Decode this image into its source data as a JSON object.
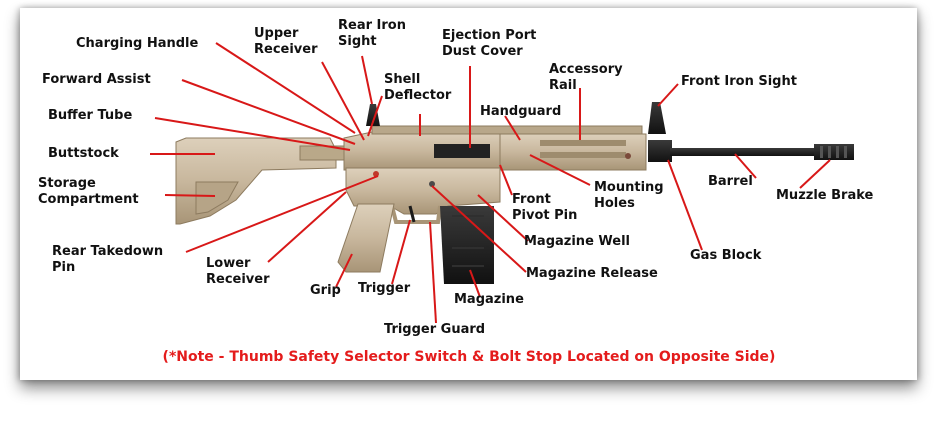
{
  "labels": {
    "charging_handle": "Charging Handle",
    "upper_receiver": "Upper\nReceiver",
    "rear_iron_sight": "Rear Iron\nSight",
    "ejection_port": "Ejection Port\nDust Cover",
    "accessory_rail": "Accessory\nRail",
    "front_iron_sight": "Front Iron Sight",
    "forward_assist": "Forward Assist",
    "shell_deflector": "Shell\nDeflector",
    "handguard": "Handguard",
    "buffer_tube": "Buffer Tube",
    "buttstock": "Buttstock",
    "storage_compartment": "Storage\nCompartment",
    "barrel": "Barrel",
    "muzzle_brake": "Muzzle Brake",
    "mounting_holes": "Mounting\nHoles",
    "front_pivot_pin": "Front\nPivot Pin",
    "magazine_well": "Magazine Well",
    "gas_block": "Gas Block",
    "rear_takedown_pin": "Rear Takedown\nPin",
    "lower_receiver": "Lower\nReceiver",
    "grip": "Grip",
    "trigger": "Trigger",
    "magazine_release": "Magazine Release",
    "magazine": "Magazine",
    "trigger_guard": "Trigger Guard"
  },
  "note": "(*Note - Thumb Safety Selector Switch & Bolt Stop Located on Opposite Side)",
  "colors": {
    "leader_line": "#d81818",
    "note_text": "#e41c1c",
    "label_text": "#111111",
    "rifle_tan": "#c9b89f",
    "rifle_black": "#1c1c1c"
  }
}
